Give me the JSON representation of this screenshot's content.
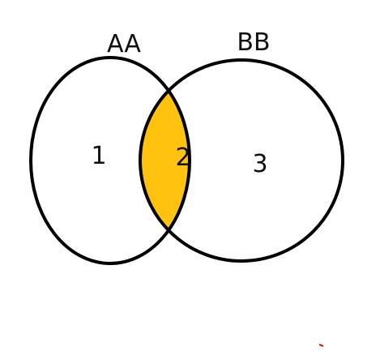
{
  "diagram": {
    "type": "venn",
    "sets": [
      {
        "label": "AA",
        "region_label": "1"
      },
      {
        "label": "BB",
        "region_label": "3"
      }
    ],
    "intersection": {
      "region_label": "2"
    },
    "colors": {
      "intersection_fill": "#FFC20E",
      "outline": "#000000",
      "background": "#FFFFFF",
      "stray_mark": "#E00000"
    }
  }
}
